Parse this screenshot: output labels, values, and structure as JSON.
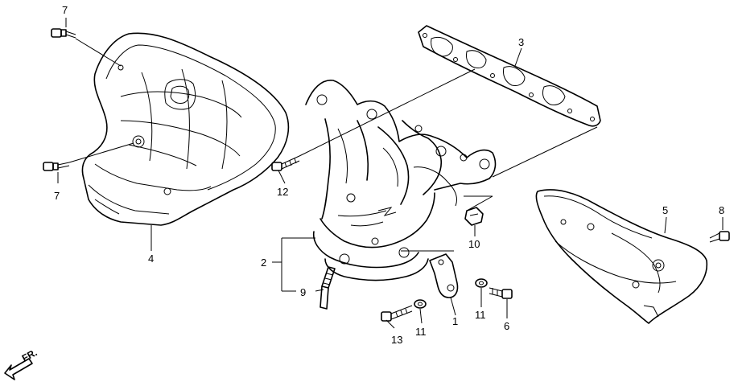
{
  "callouts": [
    {
      "id": "c7a",
      "label": "7"
    },
    {
      "id": "c7b",
      "label": "7"
    },
    {
      "id": "c4",
      "label": "4"
    },
    {
      "id": "c3",
      "label": "3"
    },
    {
      "id": "c12",
      "label": "12"
    },
    {
      "id": "c2",
      "label": "2"
    },
    {
      "id": "c9",
      "label": "9"
    },
    {
      "id": "c10",
      "label": "10"
    },
    {
      "id": "c13",
      "label": "13"
    },
    {
      "id": "c11a",
      "label": "11"
    },
    {
      "id": "c1",
      "label": "1"
    },
    {
      "id": "c11b",
      "label": "11"
    },
    {
      "id": "c6",
      "label": "6"
    },
    {
      "id": "c5",
      "label": "5"
    },
    {
      "id": "c8",
      "label": "8"
    }
  ],
  "direction": {
    "label": "FR."
  }
}
